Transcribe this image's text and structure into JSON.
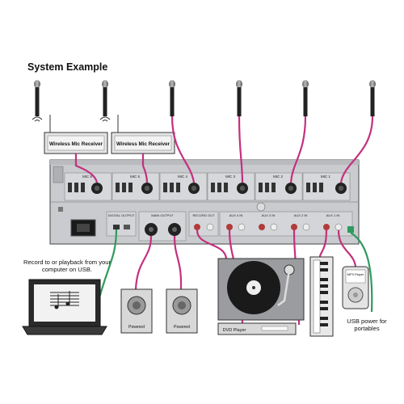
{
  "title": "System Example",
  "receivers": [
    "Wireless Mic Receiver",
    "Wireless Mic Receiver"
  ],
  "channels": [
    "MIC 6",
    "MIC 5",
    "MIC 4",
    "MIC 3",
    "MIC 2",
    "MIC 1"
  ],
  "rear_sections": {
    "digital_output": "DIGITAL OUTPUT",
    "main_output": "MAIN OUTPUT",
    "record_out": "RECORD OUT",
    "aux_inputs": [
      "AUX 4 IN",
      "AUX 3 IN",
      "AUX 2 IN",
      "AUX 1 IN"
    ]
  },
  "speakers": [
    "Powered",
    "Powered"
  ],
  "dvd_player": "DVD Player",
  "mp3_player": "MP3 Player",
  "notes": {
    "usb_record": "Record to or playback from your computer on USB.",
    "usb_power": "USB power for portables"
  },
  "colors": {
    "cable_pink": "#c4307e",
    "cable_green": "#2f9a5e",
    "panel": "#c9cbce"
  }
}
